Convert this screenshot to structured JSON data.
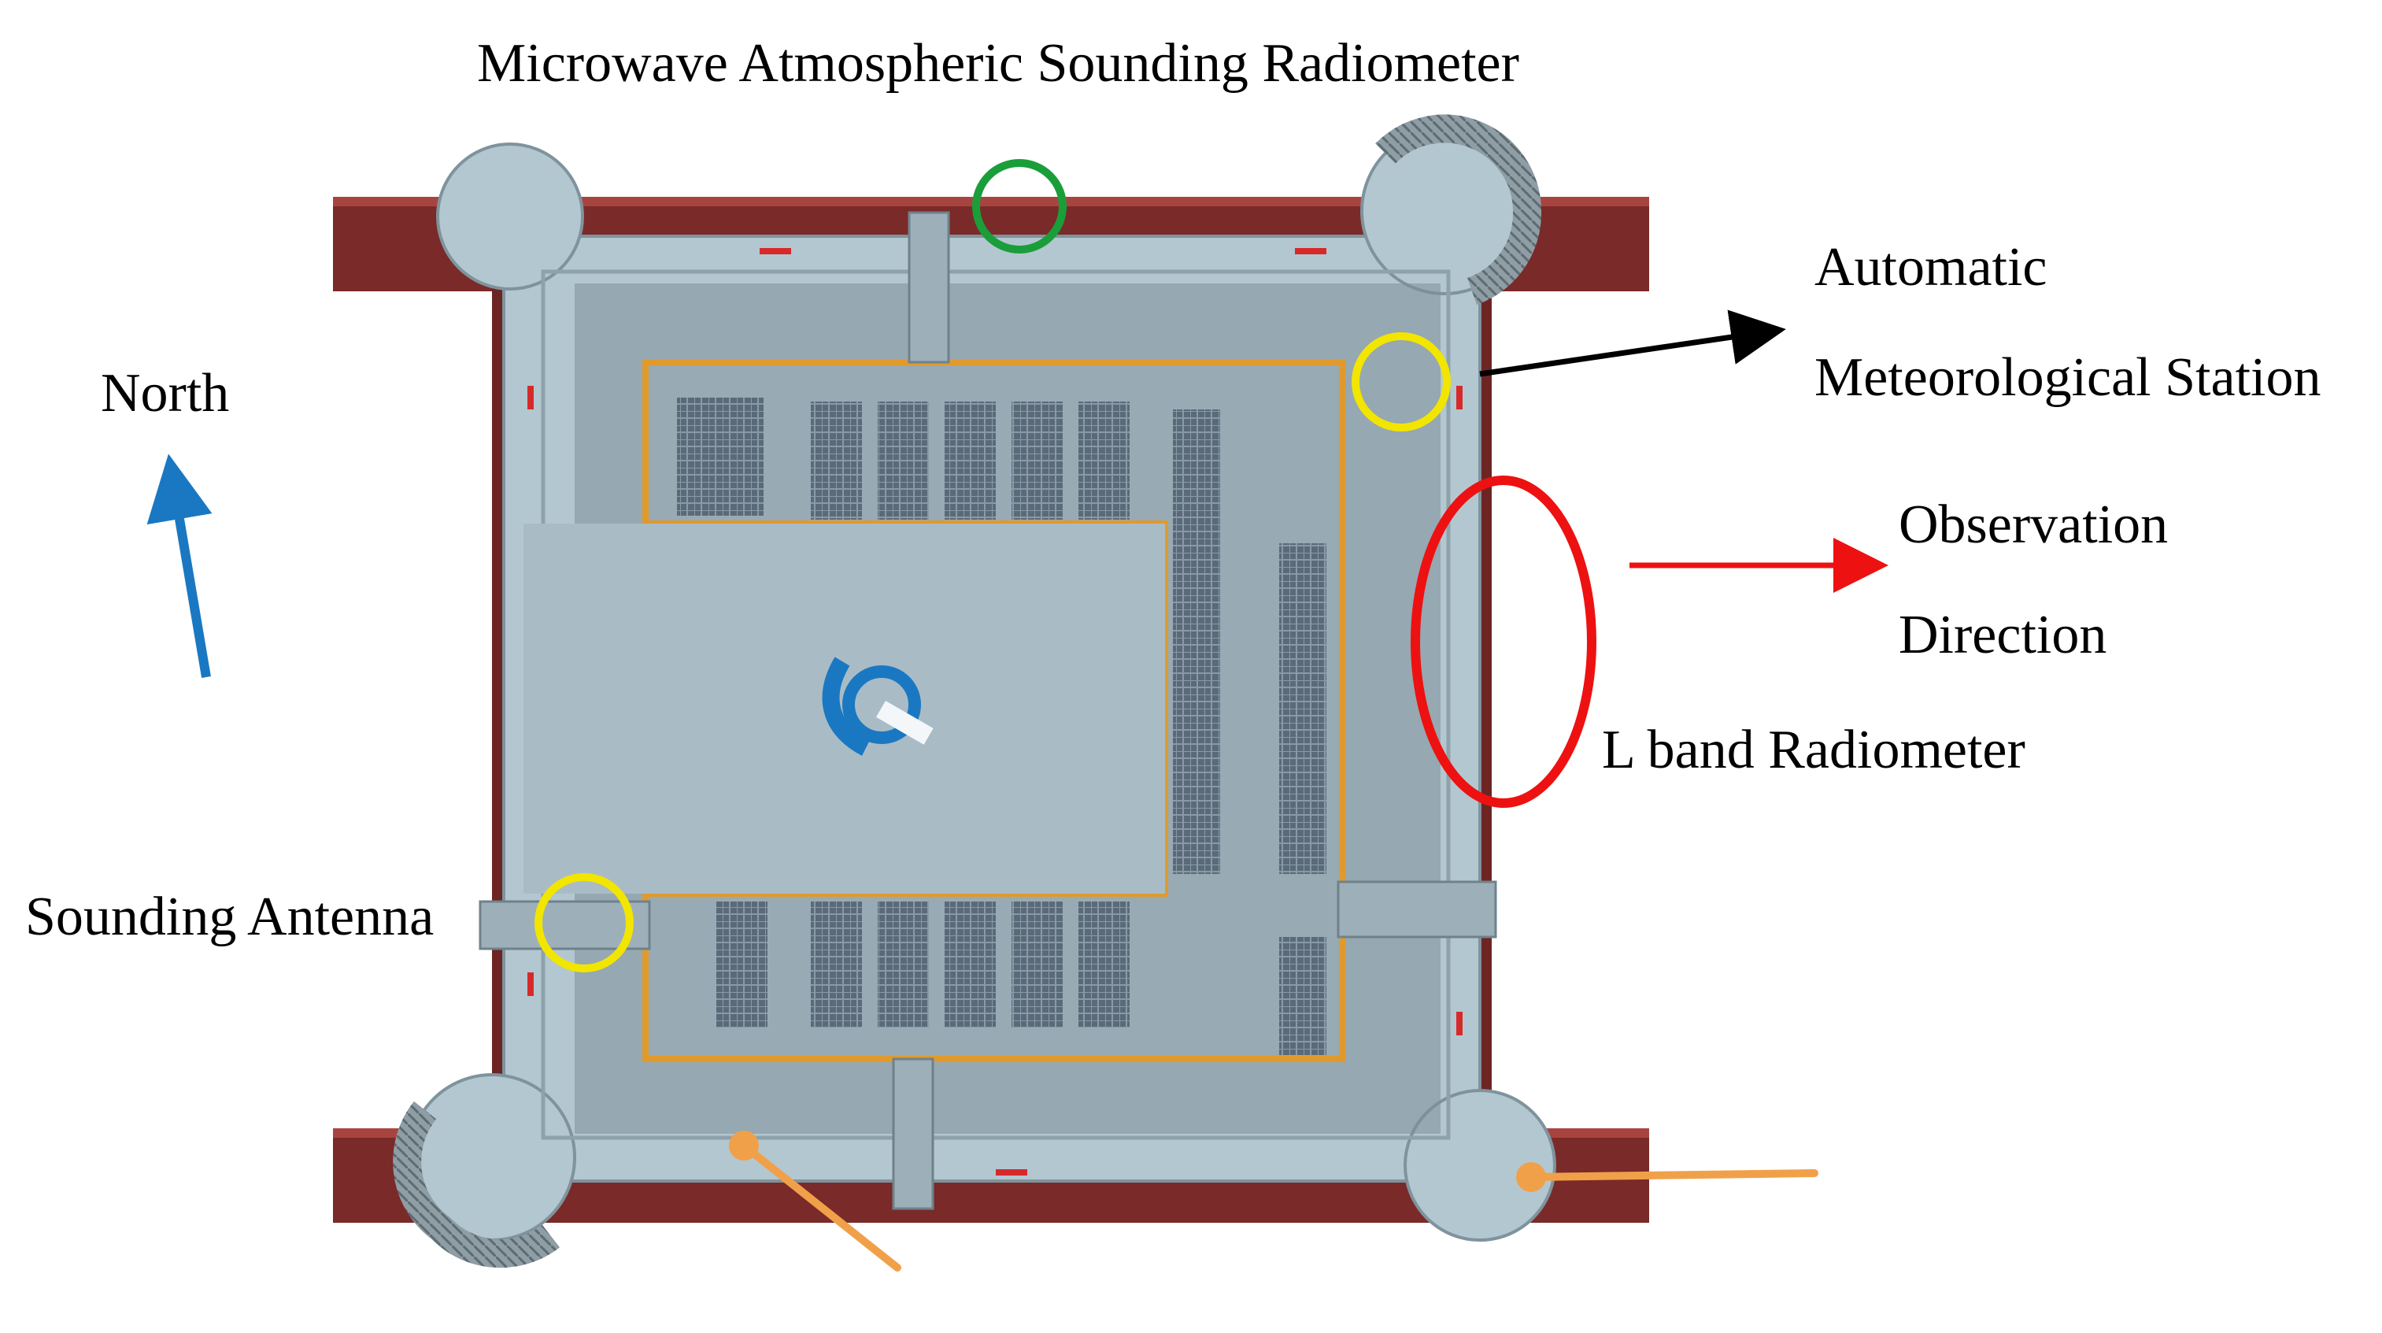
{
  "labels": {
    "microwave": "Microwave Atmospheric Sounding Radiometer",
    "automatic": "Automatic",
    "meteorological": "Meteorological Station",
    "north": "North",
    "observation": "Observation",
    "direction": "Direction",
    "lband": "L band Radiometer",
    "sounding_antenna": "Sounding Antenna"
  },
  "colors": {
    "platform_deck": "#b3c7d1",
    "platform_shadow": "#7e8e97",
    "pontoon": "#7a2a28",
    "solar_panel": "#5b6a78",
    "frame_orange": "#e09a2c",
    "north_arrow": "#1a78c2",
    "marker_green": "#1a9e3a",
    "marker_yellow": "#f2e500",
    "marker_red": "#ee1111",
    "pointer_black": "#000000",
    "pointer_red": "#ee1111"
  }
}
